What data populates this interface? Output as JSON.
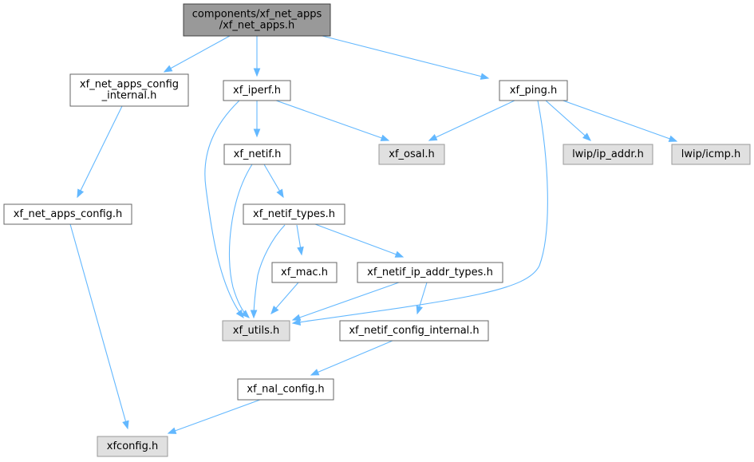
{
  "colors": {
    "edge": "#63b8ff",
    "node_border": "#666666",
    "root_border": "#404040",
    "root_fill": "#999999",
    "documented_fill": "#ffffff",
    "external_fill": "#e0e0e0"
  },
  "nodes": {
    "root": {
      "lines": [
        "components/xf_net_apps",
        "/xf_net_apps.h"
      ],
      "kind": "root"
    },
    "net_apps_config_internal": {
      "lines": [
        "xf_net_apps_config",
        "_internal.h"
      ],
      "kind": "documented"
    },
    "iperf": {
      "lines": [
        "xf_iperf.h"
      ],
      "kind": "documented"
    },
    "ping": {
      "lines": [
        "xf_ping.h"
      ],
      "kind": "documented"
    },
    "netif": {
      "lines": [
        "xf_netif.h"
      ],
      "kind": "documented"
    },
    "osal": {
      "lines": [
        "xf_osal.h"
      ],
      "kind": "external"
    },
    "lwip_ip_addr": {
      "lines": [
        "lwip/ip_addr.h"
      ],
      "kind": "external"
    },
    "lwip_icmp": {
      "lines": [
        "lwip/icmp.h"
      ],
      "kind": "external"
    },
    "net_apps_config": {
      "lines": [
        "xf_net_apps_config.h"
      ],
      "kind": "documented"
    },
    "netif_types": {
      "lines": [
        "xf_netif_types.h"
      ],
      "kind": "documented"
    },
    "mac": {
      "lines": [
        "xf_mac.h"
      ],
      "kind": "documented"
    },
    "netif_ip_addr_types": {
      "lines": [
        "xf_netif_ip_addr_types.h"
      ],
      "kind": "documented"
    },
    "utils": {
      "lines": [
        "xf_utils.h"
      ],
      "kind": "external"
    },
    "netif_config_internal": {
      "lines": [
        "xf_netif_config_internal.h"
      ],
      "kind": "documented"
    },
    "nal_config": {
      "lines": [
        "xf_nal_config.h"
      ],
      "kind": "documented"
    },
    "xfconfig": {
      "lines": [
        "xfconfig.h"
      ],
      "kind": "external"
    }
  },
  "edges": [
    {
      "from": "root",
      "to": "net_apps_config_internal"
    },
    {
      "from": "root",
      "to": "iperf"
    },
    {
      "from": "root",
      "to": "ping"
    },
    {
      "from": "net_apps_config_internal",
      "to": "net_apps_config"
    },
    {
      "from": "net_apps_config",
      "to": "xfconfig"
    },
    {
      "from": "iperf",
      "to": "netif"
    },
    {
      "from": "iperf",
      "to": "osal"
    },
    {
      "from": "iperf",
      "to": "utils"
    },
    {
      "from": "ping",
      "to": "osal"
    },
    {
      "from": "ping",
      "to": "lwip_ip_addr"
    },
    {
      "from": "ping",
      "to": "lwip_icmp"
    },
    {
      "from": "ping",
      "to": "utils"
    },
    {
      "from": "netif",
      "to": "netif_types"
    },
    {
      "from": "netif",
      "to": "utils"
    },
    {
      "from": "netif_types",
      "to": "mac"
    },
    {
      "from": "netif_types",
      "to": "netif_ip_addr_types"
    },
    {
      "from": "netif_types",
      "to": "utils"
    },
    {
      "from": "mac",
      "to": "utils"
    },
    {
      "from": "netif_ip_addr_types",
      "to": "utils"
    },
    {
      "from": "netif_ip_addr_types",
      "to": "netif_config_internal"
    },
    {
      "from": "netif_config_internal",
      "to": "nal_config"
    },
    {
      "from": "nal_config",
      "to": "xfconfig"
    }
  ]
}
